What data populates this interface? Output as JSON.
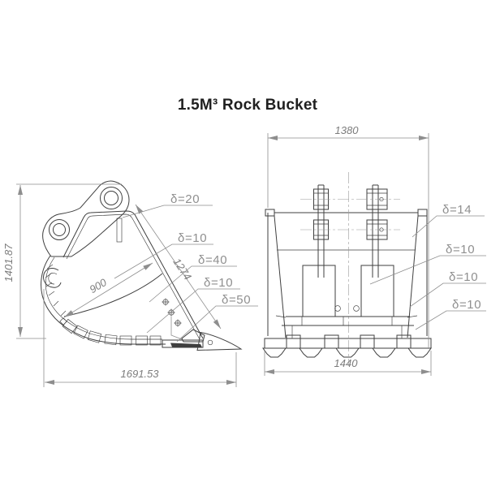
{
  "title": "1.5M³ Rock Bucket",
  "colors": {
    "line": "#3f3f3f",
    "annotation": "#8e8e8e",
    "title": "#1f1f1f",
    "background": "#ffffff"
  },
  "side_view": {
    "height_dim": "1401.87",
    "length_dim": "1691.53",
    "bottom_plate_dim": "1274",
    "opening_dim": "900",
    "labels": [
      "δ=20",
      "δ=10",
      "δ=40",
      "δ=10",
      "δ=50"
    ]
  },
  "front_view": {
    "top_width_dim": "1380",
    "bottom_width_dim": "1440",
    "labels": [
      "δ=14",
      "δ=10",
      "δ=10",
      "δ=10"
    ]
  }
}
